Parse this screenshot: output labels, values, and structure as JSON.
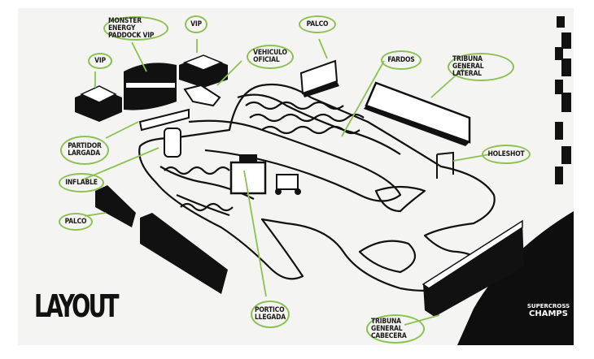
{
  "map": {
    "title": "LAYOUT",
    "logo": {
      "line1": "SUPERCROSS",
      "line2": "CHAMPS"
    },
    "accent_color": "#8cc152",
    "ink_color": "#111111",
    "callouts": [
      {
        "id": "vip-left",
        "label": "VIP"
      },
      {
        "id": "monster-paddock",
        "label": "MONSTER ENERGY\nPADDOCK VIP"
      },
      {
        "id": "vip-top",
        "label": "VIP"
      },
      {
        "id": "vehiculo-oficial",
        "label": "VEHICULO\nOFICIAL"
      },
      {
        "id": "palco-top",
        "label": "PALCO"
      },
      {
        "id": "fardos",
        "label": "FARDOS"
      },
      {
        "id": "tribuna-lateral",
        "label": "TRIBUNA GENERAL\nLATERAL"
      },
      {
        "id": "holeshot",
        "label": "HOLESHOT"
      },
      {
        "id": "partidor-largada",
        "label": "PARTIDOR\nLARGADA"
      },
      {
        "id": "inflable",
        "label": "INFLABLE"
      },
      {
        "id": "palco-left",
        "label": "PALCO"
      },
      {
        "id": "portico-llegada",
        "label": "PORTICO\nLLEGADA"
      },
      {
        "id": "tribuna-cabecera",
        "label": "TRIBUNA GENERAL\nCABECERA"
      }
    ]
  }
}
